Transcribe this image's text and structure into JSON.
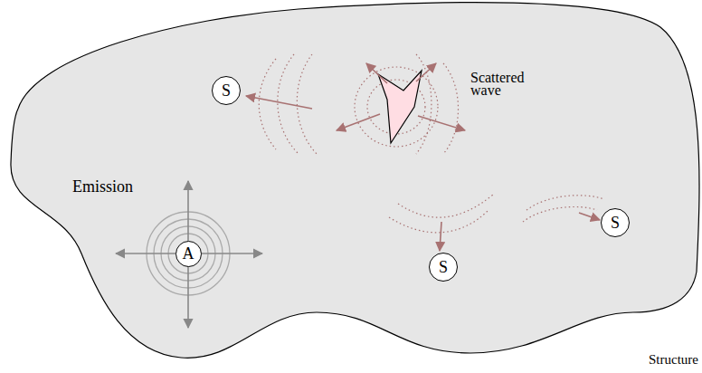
{
  "diagram": {
    "nodes": [
      {
        "text": [
          "A"
        ]
      },
      {
        "text": [
          "S"
        ]
      },
      {
        "text": [
          "S"
        ]
      },
      {
        "text": [
          "S"
        ]
      }
    ],
    "labels": [
      "Emission",
      "Scattered wave",
      "Structure"
    ]
  }
}
